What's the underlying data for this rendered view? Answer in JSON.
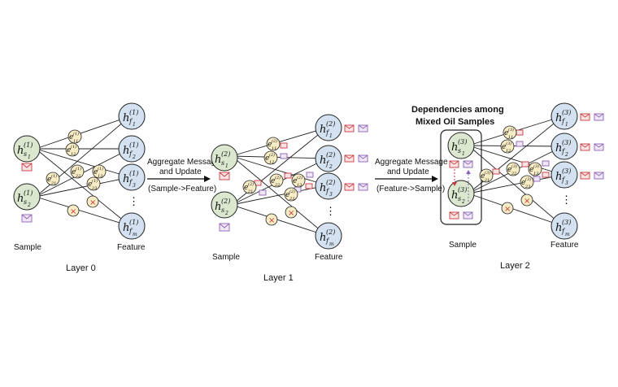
{
  "layers": [
    {
      "name": "Layer 0",
      "sample_label": "Sample",
      "feature_label": "Feature",
      "sample_nodes": [
        {
          "base": "h",
          "sub": "s",
          "subsub": "1",
          "sup": "(1)"
        },
        {
          "base": "h",
          "sub": "s",
          "subsub": "2",
          "sup": "(1)"
        }
      ],
      "feature_nodes": [
        {
          "base": "h",
          "sub": "f",
          "subsub": "1",
          "sup": "(1)"
        },
        {
          "base": "h",
          "sub": "f",
          "subsub": "2",
          "sup": "(1)"
        },
        {
          "base": "h",
          "sub": "f",
          "subsub": "3",
          "sup": "(1)"
        },
        {
          "base": "h",
          "sub": "f",
          "subsub": "m",
          "sup": "(1)"
        }
      ],
      "edge_nodes": [
        {
          "base": "e",
          "sub": "11",
          "sup": "(1)"
        },
        {
          "base": "e",
          "sub": "12",
          "sup": "(1)"
        },
        {
          "base": "e",
          "sub": "21",
          "sup": "(1)"
        },
        {
          "base": "e",
          "sub": "22",
          "sup": "(1)"
        },
        {
          "base": "e",
          "sub": "13",
          "sup": "(1)"
        },
        {
          "base": "e",
          "sub": "23",
          "sup": "(1)"
        }
      ]
    },
    {
      "name": "Layer 1",
      "sample_label": "Sample",
      "feature_label": "Feature",
      "sample_nodes": [
        {
          "base": "h",
          "sub": "s",
          "subsub": "1",
          "sup": "(2)"
        },
        {
          "base": "h",
          "sub": "s",
          "subsub": "2",
          "sup": "(2)"
        }
      ],
      "feature_nodes": [
        {
          "base": "h",
          "sub": "f",
          "subsub": "1",
          "sup": "(2)"
        },
        {
          "base": "h",
          "sub": "f",
          "subsub": "2",
          "sup": "(2)"
        },
        {
          "base": "h",
          "sub": "f",
          "subsub": "3",
          "sup": "(2)"
        },
        {
          "base": "h",
          "sub": "f",
          "subsub": "m",
          "sup": "(2)"
        }
      ],
      "edge_nodes": [
        {
          "base": "e",
          "sub": "11",
          "sup": "(2)"
        },
        {
          "base": "e",
          "sub": "12",
          "sup": "(2)"
        },
        {
          "base": "e",
          "sub": "21",
          "sup": "(2)"
        },
        {
          "base": "e",
          "sub": "22",
          "sup": "(2)"
        },
        {
          "base": "e",
          "sub": "13",
          "sup": "(2)"
        },
        {
          "base": "e",
          "sub": "23",
          "sup": "(2)"
        }
      ]
    },
    {
      "name": "Layer 2",
      "sample_label": "Sample",
      "feature_label": "Feature",
      "sample_nodes": [
        {
          "base": "h",
          "sub": "s",
          "subsub": "1",
          "sup": "(3)"
        },
        {
          "base": "h",
          "sub": "s",
          "subsub": "2",
          "sup": "(3)"
        }
      ],
      "feature_nodes": [
        {
          "base": "h",
          "sub": "f",
          "subsub": "1",
          "sup": "(3)"
        },
        {
          "base": "h",
          "sub": "f",
          "subsub": "2",
          "sup": "(3)"
        },
        {
          "base": "h",
          "sub": "f",
          "subsub": "3",
          "sup": "(3)"
        },
        {
          "base": "h",
          "sub": "f",
          "subsub": "m",
          "sup": "(3)"
        }
      ],
      "edge_nodes": [
        {
          "base": "e",
          "sub": "11",
          "sup": "(3)"
        },
        {
          "base": "e",
          "sub": "12",
          "sup": "(3)"
        },
        {
          "base": "e",
          "sub": "21",
          "sup": "(3)"
        },
        {
          "base": "e",
          "sub": "22",
          "sup": "(3)"
        },
        {
          "base": "e",
          "sub": "13",
          "sup": "(3)"
        },
        {
          "base": "e",
          "sub": "23",
          "sup": "(3)"
        }
      ]
    }
  ],
  "arrows": [
    {
      "line1": "Aggregate Message",
      "line2": "and Update",
      "line3": "(Sample->Feature)"
    },
    {
      "line1": "Aggregate Message",
      "line2": "and Update",
      "line3": "(Feature->Sample)"
    }
  ],
  "dependency_title": {
    "line1": "Dependencies among",
    "line2": "Mixed Oil Samples"
  },
  "ellipsis": "⋮",
  "colors": {
    "sample_node": "#dbe8cf",
    "feature_node": "#d3e1f0",
    "edge_node": "#f7ecc4",
    "message_red": "#c83a3f",
    "message_purple": "#8a63b5"
  },
  "icons": [
    "envelope-icon",
    "cross-icon"
  ]
}
